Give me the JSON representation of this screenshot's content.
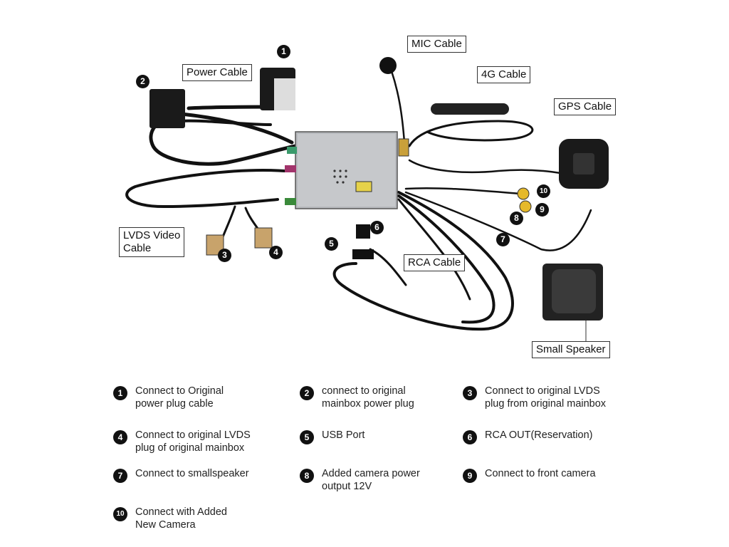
{
  "callouts": {
    "power_cable": "Power Cable",
    "mic_cable": "MIC Cable",
    "fourg_cable": "4G Cable",
    "gps_cable": "GPS Cable",
    "lvds_video_cable": "LVDS Video\nCable",
    "rca_cable": "RCA Cable",
    "small_speaker": "Small Speaker"
  },
  "markers": [
    "1",
    "2",
    "3",
    "4",
    "5",
    "6",
    "7",
    "8",
    "9",
    "10"
  ],
  "legend": [
    {
      "num": "1",
      "text": "Connect to Original\npower plug cable"
    },
    {
      "num": "2",
      "text": "connect to original\nmainbox power plug"
    },
    {
      "num": "3",
      "text": "Connect to original LVDS\nplug from original mainbox"
    },
    {
      "num": "4",
      "text": "Connect to original LVDS\nplug of original mainbox"
    },
    {
      "num": "5",
      "text": "USB Port"
    },
    {
      "num": "6",
      "text": "RCA OUT(Reservation)"
    },
    {
      "num": "7",
      "text": "Connect to smallspeaker"
    },
    {
      "num": "8",
      "text": "Added camera power\noutput 12V"
    },
    {
      "num": "9",
      "text": "Connect to front camera"
    },
    {
      "num": "10",
      "text": "Connect with Added\nNew Camera"
    }
  ]
}
